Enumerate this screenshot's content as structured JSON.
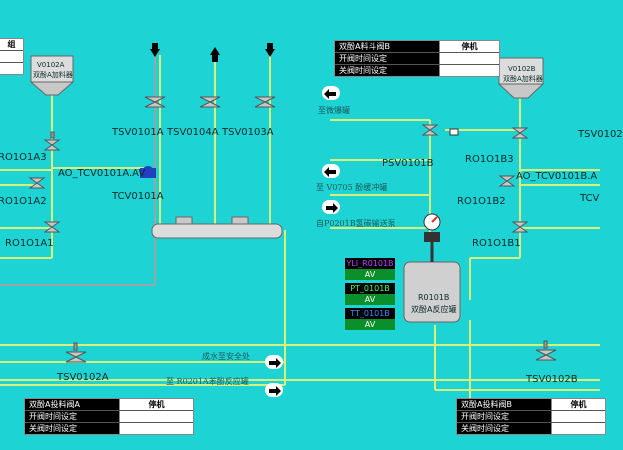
{
  "colors": {
    "background": "#1ed3d3",
    "pipe_process": "#d8f07a",
    "pipe_utility": "#9aa6a6",
    "tag_yli": "#c040ff",
    "tag_pt": "#3cff5a",
    "tag_tt": "#3c8cff",
    "tag_value_bg": "#0a8f2a"
  },
  "panels": {
    "top_left_partial": {
      "label": "组",
      "rows": [
        "",
        ""
      ]
    },
    "top_right": {
      "title": "双酚A料斗阀B",
      "status": "停机",
      "row1": "开阀时间设定",
      "row2": "关阀时间设定"
    },
    "bottom_left": {
      "title": "双酚A投料阀A",
      "status": "停机",
      "row1": "开阀时间设定",
      "row2": "关阀时间设定"
    },
    "bottom_right": {
      "title": "双酚A投料阀B",
      "status": "停机",
      "row1": "开阀时间设定",
      "row2": "关阀时间设定"
    }
  },
  "hoppers": {
    "left": {
      "tag": "V0102A",
      "name": "双酚A加料器"
    },
    "right": {
      "tag": "V0102B",
      "name": "双酚A加料器"
    }
  },
  "valves_left": {
    "ro1": "RO1O1A3",
    "ao": "AO_TCV0101A.AV",
    "ro2": "RO1O1A2",
    "ro3": "RO1O1A1",
    "tsv0102": "TSV0102A"
  },
  "valves_center": {
    "tsv1": "TSV0101A",
    "tsv2": "TSV0104A",
    "tsv3": "TSV0103A",
    "tcv": "TCV0101A"
  },
  "valves_right": {
    "psv": "PSV0101B",
    "ro1": "RO1O1B3",
    "ao": "AO_TCV0101B.A",
    "ro2": "RO1O1B2",
    "ro3": "RO1O1B1",
    "tsv0102": "TSV0102B",
    "tcv_partial": "TCV",
    "tsv_partial": "TSV0102"
  },
  "routes": {
    "to_storage": "至微爆罐",
    "to_v0705": "至 V0705 酚缓冲罐",
    "from_p0201b": "自P0201B氢碳输送泵",
    "to_safe": "成水至安全处",
    "to_r0201a": "至 R0201A苯酚反应罐"
  },
  "reactor": {
    "tag": "R0101B",
    "name": "双酚A反应罐"
  },
  "tags": {
    "yli": {
      "name": "YLI_R0101B",
      "value": "AV"
    },
    "pt": {
      "name": "PT_0101B",
      "value": "AV"
    },
    "tt": {
      "name": "TT_0101B",
      "value": "AV"
    }
  }
}
